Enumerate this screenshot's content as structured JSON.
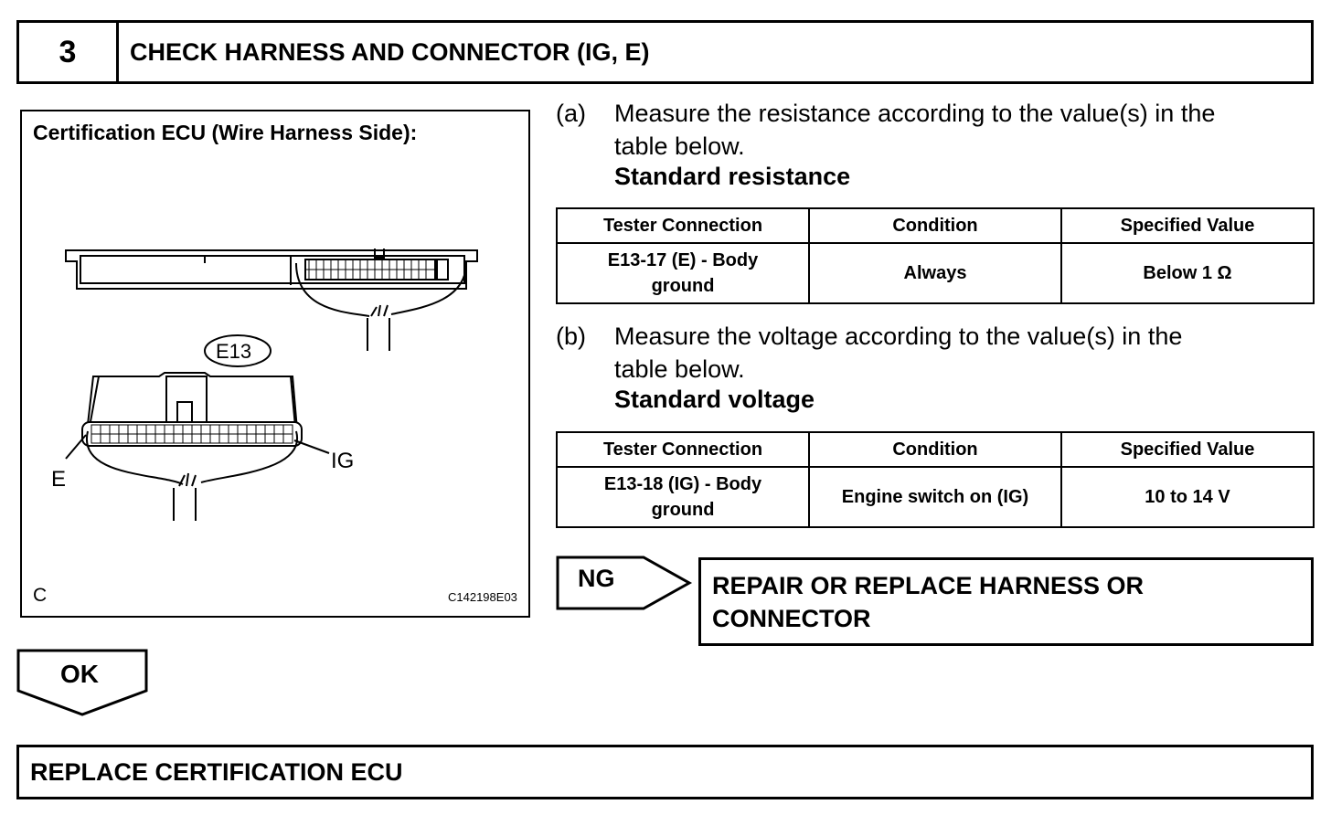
{
  "step": {
    "number": "3",
    "title": "CHECK HARNESS AND CONNECTOR (IG, E)"
  },
  "figure": {
    "title": "Certification ECU (Wire Harness Side):",
    "connector_label": "E13",
    "pin_label_left": "E",
    "pin_label_right": "IG",
    "corner_label": "C",
    "image_code": "C142198E03"
  },
  "instructions": [
    {
      "letter": "(a)",
      "line1": "Measure the resistance according to the value(s) in the",
      "line2": "table below.",
      "standard": "Standard resistance",
      "table": {
        "headers": [
          "Tester Connection",
          "Condition",
          "Specified Value"
        ],
        "rows": [
          {
            "connection_line1": "E13-17 (E) - Body",
            "connection_line2": "ground",
            "condition": "Always",
            "value": "Below 1 Ω"
          }
        ]
      }
    },
    {
      "letter": "(b)",
      "line1": "Measure the voltage according to the value(s) in the",
      "line2": "table below.",
      "standard": "Standard voltage",
      "table": {
        "headers": [
          "Tester Connection",
          "Condition",
          "Specified Value"
        ],
        "rows": [
          {
            "connection_line1": "E13-18 (IG) - Body",
            "connection_line2": "ground",
            "condition": "Engine switch on (IG)",
            "value": "10 to 14 V"
          }
        ]
      }
    }
  ],
  "ng": {
    "label": "NG",
    "result_line1": "REPAIR OR REPLACE HARNESS OR",
    "result_line2": "CONNECTOR"
  },
  "ok": {
    "label": "OK"
  },
  "final_action": "REPLACE CERTIFICATION ECU"
}
